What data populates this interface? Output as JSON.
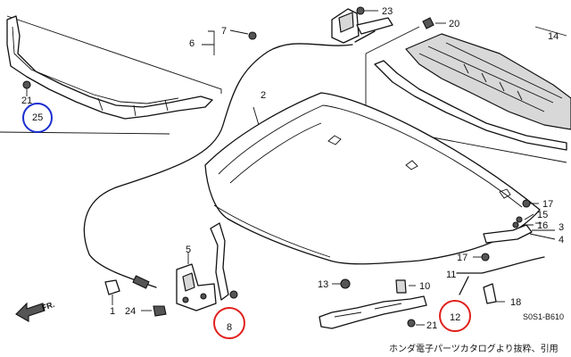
{
  "callouts": {
    "n1": "1",
    "n2": "2",
    "n3": "3",
    "n4": "4",
    "n5": "5",
    "n6": "6",
    "n7": "7",
    "n8": "8",
    "n10": "10",
    "n11": "11",
    "n12": "12",
    "n13": "13",
    "n14": "14",
    "n15": "15",
    "n16": "16",
    "n17a": "17",
    "n17b": "17",
    "n18": "18",
    "n20": "20",
    "n21a": "21",
    "n21b": "21",
    "n23": "23",
    "n24": "24",
    "n25": "25"
  },
  "front_label": "FR.",
  "diagram_code": "S0S1-B610",
  "credit": "ホンダ電子パーツカタログより抜粋、引用",
  "highlight_color": "#e0201c",
  "highlight_color_blue": "#1b2fcf",
  "highlighted_parts": [
    "25",
    "8",
    "12"
  ]
}
